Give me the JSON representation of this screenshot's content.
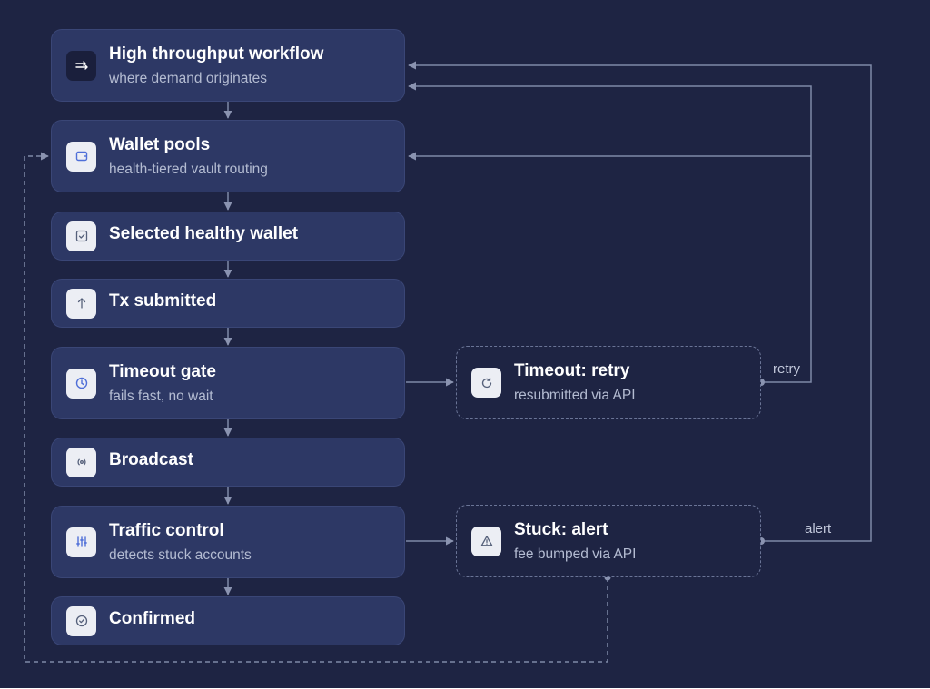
{
  "nodes": {
    "workflow": {
      "title": "High throughput workflow",
      "subtitle": "where demand originates",
      "icon": "arrows-right-icon"
    },
    "wallet_pools": {
      "title": "Wallet pools",
      "subtitle": "health-tiered vault routing",
      "icon": "wallet-icon"
    },
    "selected_wallet": {
      "title": "Selected healthy wallet",
      "icon": "check-square-icon"
    },
    "tx_submitted": {
      "title": "Tx submitted",
      "icon": "arrow-up-icon"
    },
    "timeout_gate": {
      "title": "Timeout gate",
      "subtitle": "fails fast, no wait",
      "icon": "clock-icon"
    },
    "broadcast": {
      "title": "Broadcast",
      "icon": "broadcast-icon"
    },
    "traffic_control": {
      "title": "Traffic control",
      "subtitle": "detects stuck accounts",
      "icon": "sliders-icon"
    },
    "confirmed": {
      "title": "Confirmed",
      "icon": "check-circle-icon"
    },
    "timeout_retry": {
      "title": "Timeout: retry",
      "subtitle": "resubmitted via API",
      "icon": "refresh-icon"
    },
    "stuck_alert": {
      "title": "Stuck: alert",
      "subtitle": "fee bumped via API",
      "icon": "warning-icon"
    }
  },
  "edge_labels": {
    "retry": "retry",
    "alert": "alert"
  },
  "colors": {
    "background": "#1e2443",
    "node_fill": "#2d3865",
    "connector": "#7f89a8",
    "accent_icon": "#4f6fd8"
  }
}
